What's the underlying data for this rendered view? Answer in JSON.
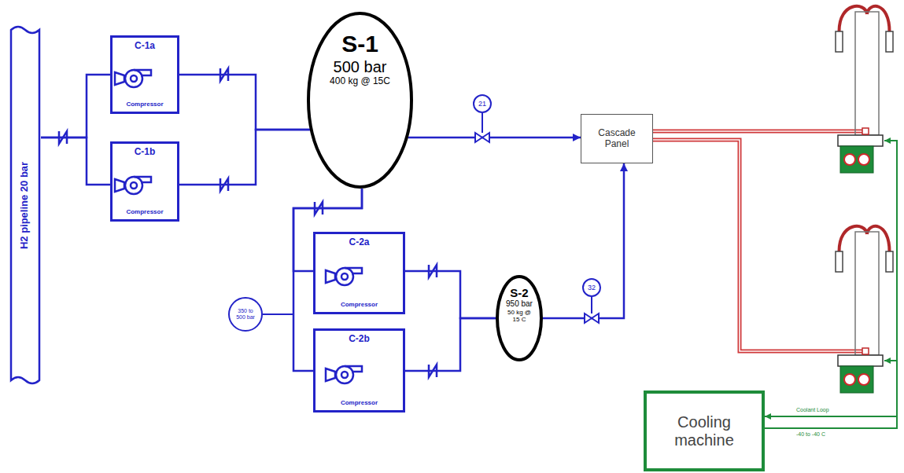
{
  "diagram": {
    "nodes": [
      {
        "text": [
          "H2  pipeline 20 bar"
        ]
      },
      {
        "text": [
          "C-1a",
          "Compressor"
        ]
      },
      {
        "text": [
          "C-1b",
          "Compressor"
        ]
      },
      {
        "text": [
          "S-1",
          "500 bar",
          "400  kg @ 15C"
        ]
      },
      {
        "text": [
          "21"
        ]
      },
      {
        "text": [
          "Cascade Panel"
        ]
      },
      {
        "text": [
          "350 to 500 bar"
        ]
      },
      {
        "text": [
          "C-2a",
          "Compressor"
        ]
      },
      {
        "text": [
          "C-2b",
          "Compressor"
        ]
      },
      {
        "text": [
          "S-2",
          "950 bar",
          "50 kg @ 15 C"
        ]
      },
      {
        "text": [
          "32"
        ]
      },
      {
        "text": [
          "Cooling machine"
        ]
      }
    ],
    "edges": [
      {
        "from": 0,
        "to": 1,
        "arrow": "none"
      },
      {
        "from": 0,
        "to": 2,
        "arrow": "none"
      },
      {
        "from": 1,
        "to": 3,
        "arrow": "none"
      },
      {
        "from": 2,
        "to": 3,
        "arrow": "none"
      },
      {
        "from": 3,
        "to": 5,
        "arrow": "to"
      },
      {
        "from": 3,
        "to": 7,
        "arrow": "none"
      },
      {
        "from": 3,
        "to": 8,
        "arrow": "none"
      },
      {
        "from": 7,
        "to": 9,
        "arrow": "none"
      },
      {
        "from": 8,
        "to": 9,
        "arrow": "none"
      },
      {
        "from": 9,
        "to": 5,
        "arrow": "to"
      }
    ],
    "labels": [
      "Coolant Loop",
      "-40 to -40 C"
    ]
  }
}
